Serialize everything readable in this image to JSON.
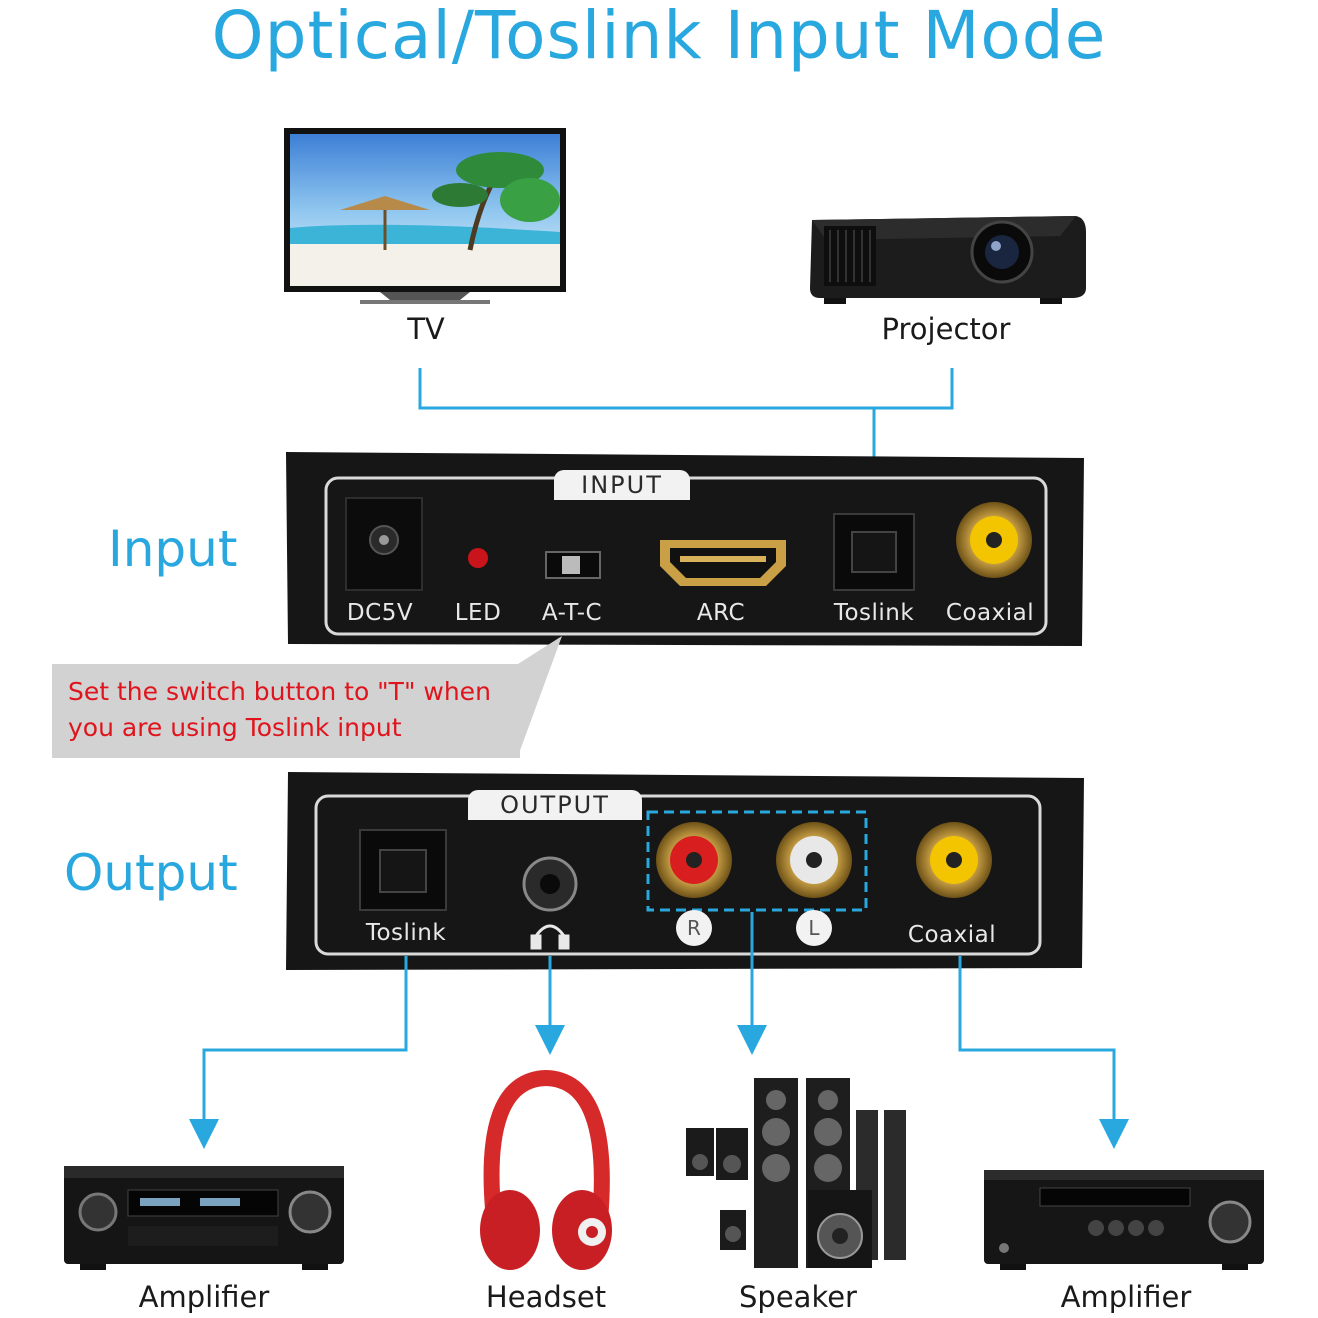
{
  "title": "Optical/Toslink Input Mode",
  "sources": [
    {
      "label": "TV",
      "icon": "tv-icon"
    },
    {
      "label": "Projector",
      "icon": "projector-icon"
    }
  ],
  "sections": {
    "input": "Input",
    "output": "Output"
  },
  "input_panel": {
    "tab": "INPUT",
    "ports": [
      "DC5V",
      "LED",
      "A-T-C",
      "ARC",
      "Toslink",
      "Coaxial"
    ]
  },
  "callout": {
    "line1": "Set the switch button to \"T\" when",
    "line2": "you are using Toslink input"
  },
  "output_panel": {
    "tab": "OUTPUT",
    "ports": [
      "Toslink",
      "Coaxial"
    ],
    "rca_badges": [
      "R",
      "L"
    ],
    "headphone_icon": "headphone-icon"
  },
  "destinations": [
    {
      "label": "Amplifier",
      "icon": "amplifier-icon"
    },
    {
      "label": "Headset",
      "icon": "headset-icon"
    },
    {
      "label": "Speaker",
      "icon": "speaker-icon"
    },
    {
      "label": "Amplifier",
      "icon": "amplifier-icon"
    }
  ],
  "colors": {
    "accent": "#29a8df",
    "callout_text": "#e0141c",
    "callout_bg": "#d2d2d2",
    "panel": "#161616",
    "rca_red": "#d81e1e",
    "rca_white": "#e8e8e8",
    "rca_yellow": "#f2c500",
    "connector_gold": "#c9a046"
  }
}
